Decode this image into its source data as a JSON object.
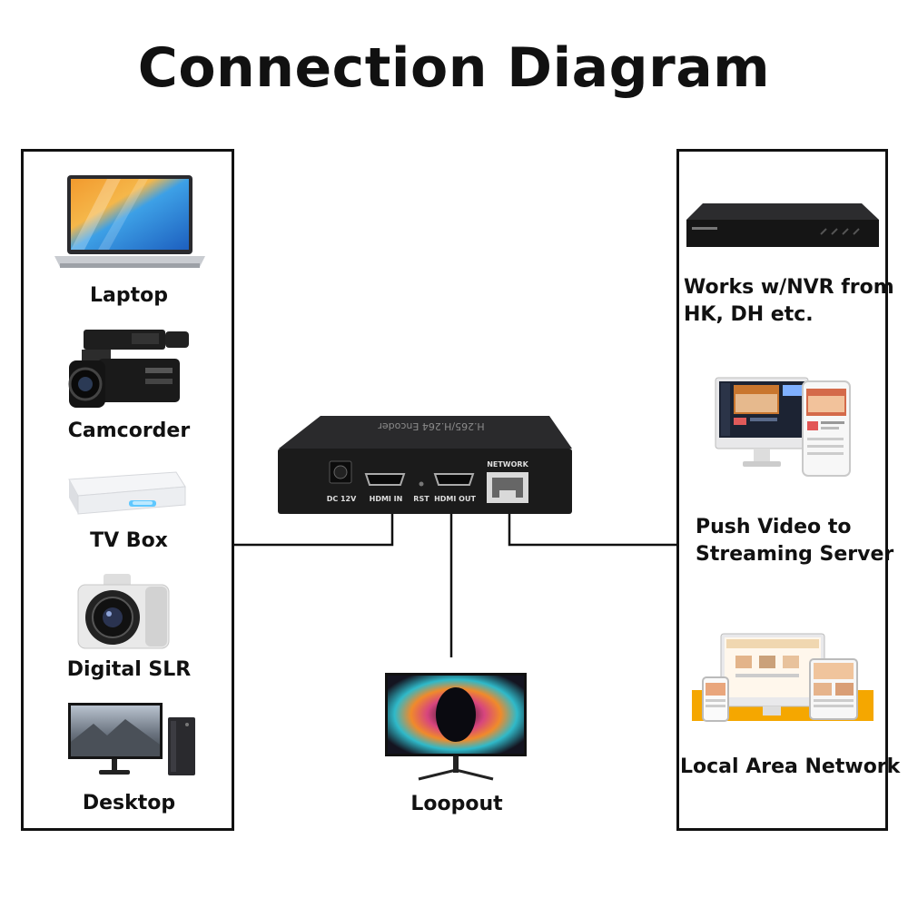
{
  "title": "Connection Diagram",
  "sources": [
    {
      "label": "Laptop",
      "icon": "laptop-icon"
    },
    {
      "label": "Camcorder",
      "icon": "camcorder-icon"
    },
    {
      "label": "TV Box",
      "icon": "tv-box-icon"
    },
    {
      "label": "Digital SLR",
      "icon": "camera-icon"
    },
    {
      "label": "Desktop",
      "icon": "desktop-icon"
    }
  ],
  "encoder": {
    "top_label": "H.265/H.264 Encoder",
    "ports": {
      "dc": "DC 12V",
      "hdmi_in": "HDMI IN",
      "rst": "RST",
      "hdmi_out": "HDMI OUT",
      "network": "NETWORK"
    }
  },
  "loopout": {
    "label": "Loopout",
    "icon": "monitor-icon"
  },
  "destinations": [
    {
      "label_line1": "Works w/NVR from",
      "label_line2": "HK, DH etc.",
      "icon": "nvr-icon"
    },
    {
      "label_line1": "Push Video to",
      "label_line2": "Streaming Server",
      "icon": "streaming-screens-icon"
    },
    {
      "label_line1": "Local Area Network",
      "label_line2": "",
      "icon": "lan-devices-icon"
    }
  ],
  "colors": {
    "line": "#111111",
    "device": "#1b1b1b",
    "accent": "#f2a900"
  }
}
